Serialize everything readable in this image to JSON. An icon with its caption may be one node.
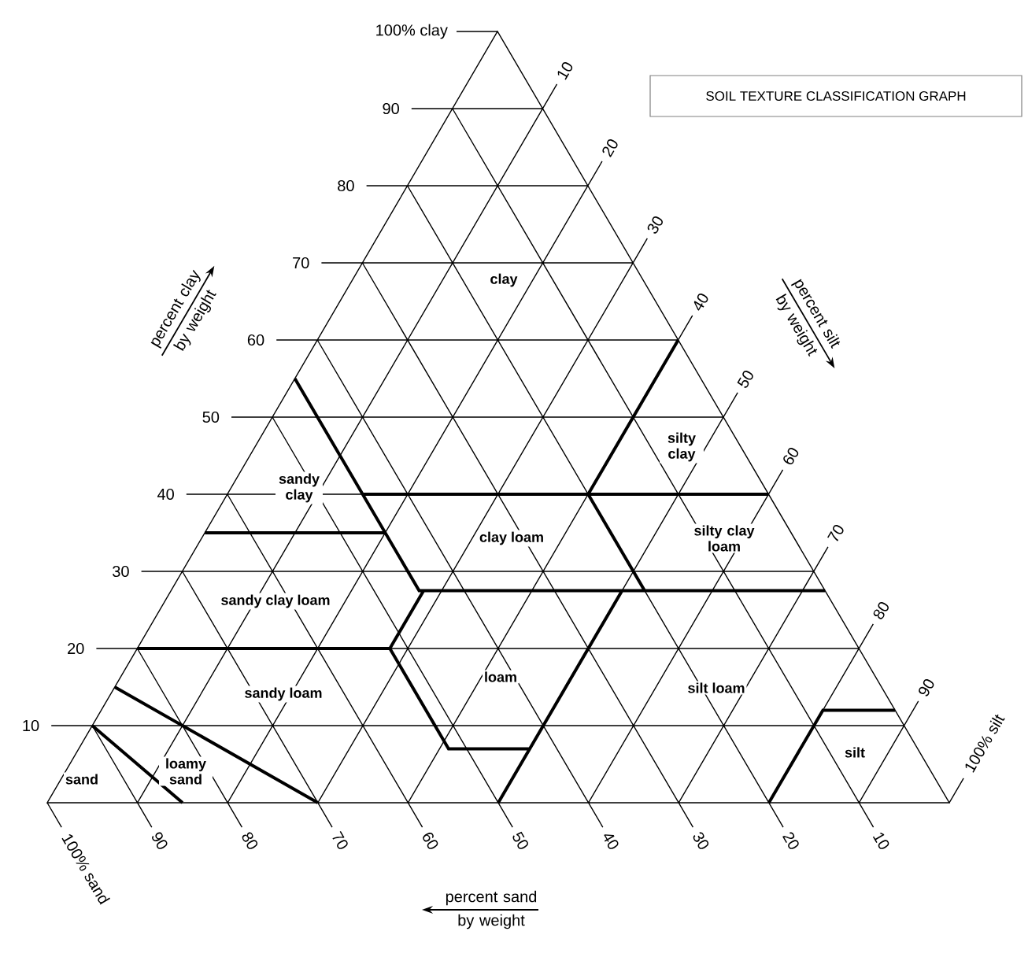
{
  "diagram": {
    "title": "SOIL TEXTURE CLASSIFICATION GRAPH",
    "labels": [
      "100% clay",
      "90",
      "80",
      "70",
      "60",
      "50",
      "40",
      "30",
      "20",
      "10",
      "10",
      "20",
      "30",
      "40",
      "50",
      "60",
      "70",
      "80",
      "90",
      "100% silt",
      "90",
      "80",
      "70",
      "60",
      "50",
      "40",
      "30",
      "20",
      "10",
      "100% sand",
      "percent clay by weight",
      "percent silt by weight",
      "percent sand by weight",
      "clay",
      "silty clay",
      "sandy clay",
      "clay loam",
      "silty clay loam",
      "sandy clay loam",
      "loam",
      "silt loam",
      "sandy loam",
      "silt",
      "loamy sand",
      "sand"
    ]
  }
}
